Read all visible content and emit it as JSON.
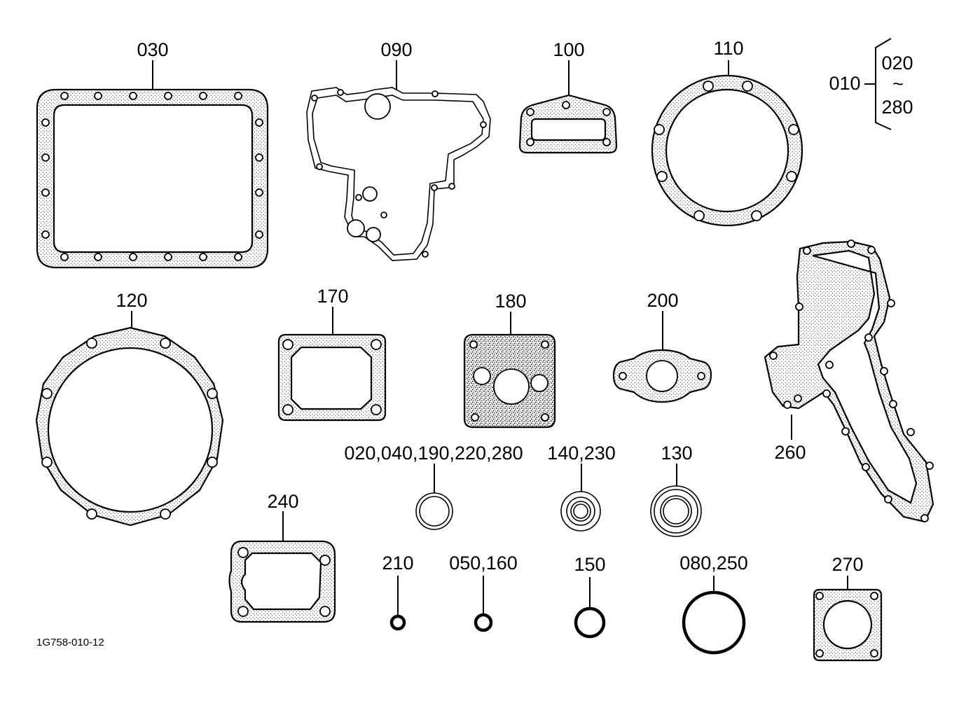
{
  "diagram": {
    "reference_code": "1G758-010-12",
    "range_bracket": {
      "main": "010",
      "from": "020",
      "tilde": "~",
      "to": "280"
    },
    "parts": {
      "p030": "030",
      "p090": "090",
      "p100": "100",
      "p110": "110",
      "p120": "120",
      "p170": "170",
      "p180": "180",
      "p200": "200",
      "p260": "260",
      "p_multi_a": "020,040,190,220,280",
      "p_multi_b": "140,230",
      "p130": "130",
      "p240": "240",
      "p210": "210",
      "p_multi_c": "050,160",
      "p150": "150",
      "p_multi_d": "080,250",
      "p270": "270"
    }
  }
}
